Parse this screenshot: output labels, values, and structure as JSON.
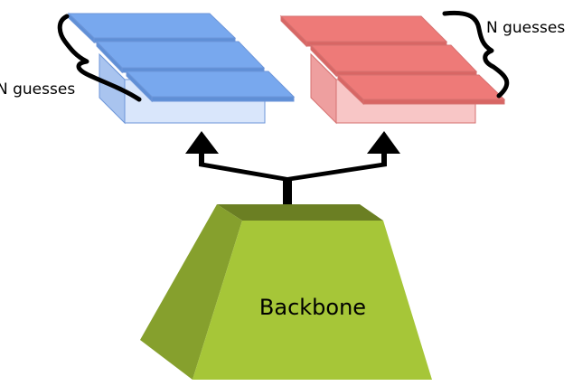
{
  "labels": {
    "left_guesses": "N guesses",
    "right_guesses": "N guesses",
    "backbone": "Backbone"
  },
  "colors": {
    "blue_face": "#78a8ee",
    "blue_side": "#5f8fd6",
    "blue_box_front": "#d9e6fb",
    "blue_box_side": "#a9c4ef",
    "blue_stroke": "#6d96d9",
    "red_face": "#ee7a78",
    "red_side": "#d86664",
    "red_box_front": "#f8c6c6",
    "red_box_side": "#ee9f9f",
    "red_stroke": "#d67170",
    "backbone_front": "#a6c638",
    "backbone_side": "#86a02d",
    "backbone_top": "#6b7f23",
    "arrow": "#000000"
  }
}
